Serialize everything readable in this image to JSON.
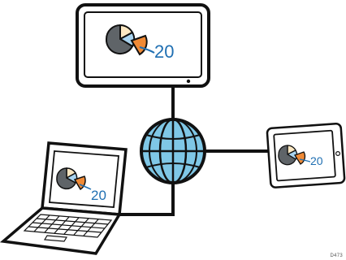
{
  "whiteboard": {
    "value": "20"
  },
  "tablet": {
    "value": "20"
  },
  "laptop": {
    "value": "20"
  },
  "figure_code": "D473",
  "colors": {
    "outline": "#111111",
    "screen": "#ffffff",
    "pie_blue": "#a9d4f0",
    "pie_gray": "#5f6468",
    "pie_cream": "#fbe7c2",
    "pie_orange": "#f08a36",
    "value_blue": "#1f6fb2",
    "globe": "#7fc7e6"
  }
}
